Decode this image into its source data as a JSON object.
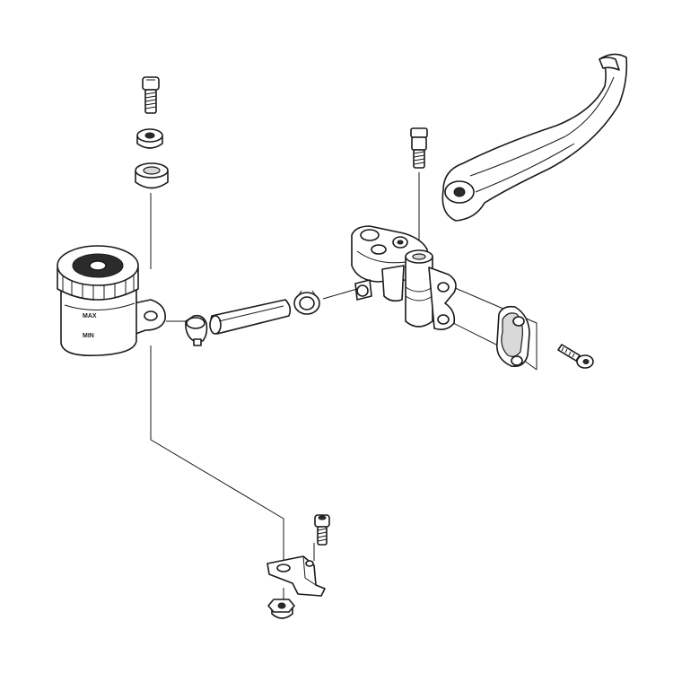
{
  "diagram": {
    "background": "#ffffff",
    "line_color": "#1a1a1a",
    "reservoir": {
      "max_label": "MAX",
      "min_label": "MIN"
    },
    "parts": [
      "screw-top",
      "cap-washer",
      "rubber-grommet",
      "fluid-reservoir",
      "hose-clip-left",
      "reservoir-hose",
      "hose-clip-right",
      "banjo-bleed-screw",
      "master-cylinder-body",
      "brake-lever",
      "handlebar-clamp",
      "clamp-screw",
      "mounting-bracket",
      "bracket-screw",
      "bracket-nut"
    ]
  }
}
